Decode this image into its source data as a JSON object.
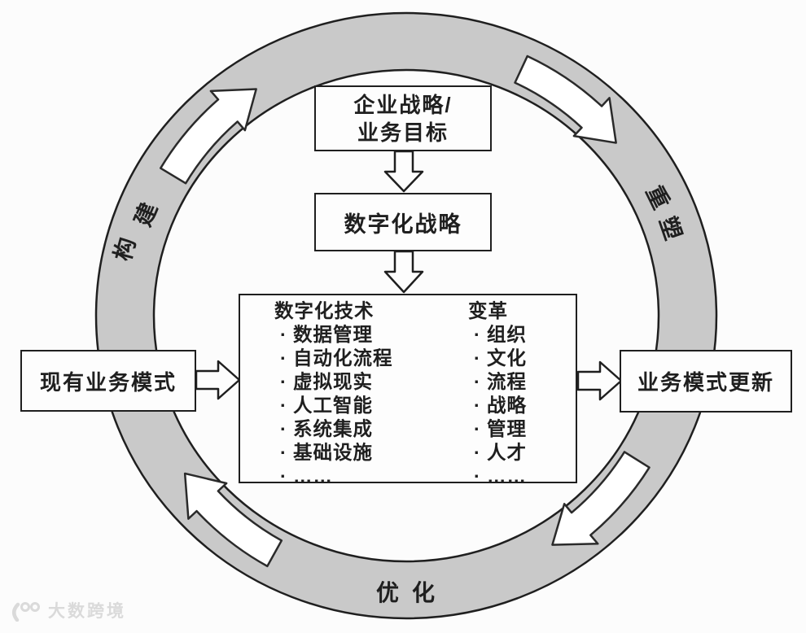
{
  "flow": {
    "top_box": {
      "line1": "企业战略/",
      "line2": "业务目标"
    },
    "strategy_box": {
      "label": "数字化战略"
    },
    "center_box": {
      "bullet": "·",
      "tech_column": {
        "header": "数字化技术",
        "items": [
          "数据管理",
          "自动化流程",
          "虚拟现实",
          "人工智能",
          "系统集成",
          "基础设施",
          "……"
        ]
      },
      "change_column": {
        "header": "变革",
        "items": [
          "组织",
          "文化",
          "流程",
          "战略",
          "管理",
          "人才",
          "……"
        ]
      }
    },
    "left_box": {
      "label": "现有业务模式"
    },
    "right_box": {
      "label": "业务模式更新"
    }
  },
  "ring": {
    "labels": {
      "build": "构建",
      "reshape": "重塑",
      "optimize": "优化"
    },
    "color": "#c9c9c9",
    "outline_color": "#1f1f1f"
  },
  "watermark": {
    "text": "大数跨境",
    "color": "#dadada"
  },
  "background_color": "#fcfcfc"
}
